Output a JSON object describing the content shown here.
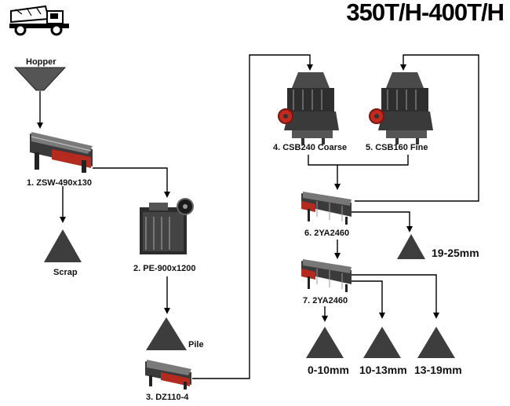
{
  "title": "350T/H-400T/H",
  "nodes": {
    "hopper": "Hopper",
    "feeder": "1. ZSW-490x130",
    "scrap": "Scrap",
    "jaw": "2. PE-900x1200",
    "pile": "Pile",
    "dz": "3. DZ110-4",
    "coarse": "4. CSB240 Coarse",
    "fine": "5. CSB160 Fine",
    "screen1": "6. 2YA2460",
    "screen2": "7. 2YA2460"
  },
  "products": {
    "p1": "19-25mm",
    "p2": "0-10mm",
    "p3": "10-13mm",
    "p4": "13-19mm"
  }
}
